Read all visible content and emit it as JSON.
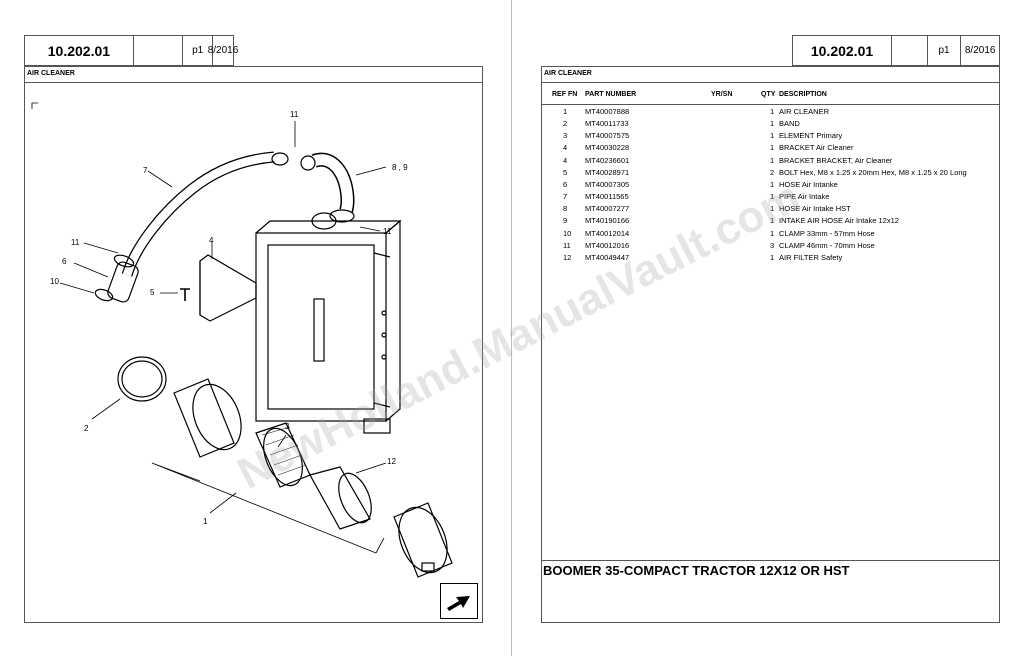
{
  "header": {
    "code": "10.202.01",
    "blank": "",
    "page": "p1",
    "date": "8/2016"
  },
  "section_title": "AIR CLEANER",
  "diagram": {
    "callouts": [
      {
        "label": "11"
      },
      {
        "label": "7"
      },
      {
        "label": "8 , 9"
      },
      {
        "label": "11"
      },
      {
        "label": "11"
      },
      {
        "label": "4"
      },
      {
        "label": "6"
      },
      {
        "label": "10"
      },
      {
        "label": "5"
      },
      {
        "label": "3"
      },
      {
        "label": "2"
      },
      {
        "label": "12"
      },
      {
        "label": "1"
      }
    ],
    "nav_icon": "arrow-icon"
  },
  "parts_table": {
    "headers": {
      "ref": "REF",
      "fn": "FN",
      "part": "PART NUMBER",
      "yrsn": "YR/SN",
      "qty": "QTY",
      "desc": "DESCRIPTION"
    },
    "rows": [
      {
        "ref": "1",
        "part": "MT40007888",
        "qty": "1",
        "desc": "AIR CLEANER"
      },
      {
        "ref": "2",
        "part": "MT40011733",
        "qty": "1",
        "desc": "BAND"
      },
      {
        "ref": "3",
        "part": "MT40007575",
        "qty": "1",
        "desc": "ELEMENT  Primary"
      },
      {
        "ref": "4",
        "part": "MT40030228",
        "qty": "1",
        "desc": "BRACKET  Air Cleaner"
      },
      {
        "ref": "4",
        "part": "MT40236601",
        "qty": "1",
        "desc": "BRACKET  BRACKET, Air Cleaner"
      },
      {
        "ref": "5",
        "part": "MT40028971",
        "qty": "2",
        "desc": "BOLT Hex, M8 x 1.25 x 20mm Hex, M8 x 1.25 x 20 Long"
      },
      {
        "ref": "6",
        "part": "MT40007305",
        "qty": "1",
        "desc": "HOSE  Air Intanke"
      },
      {
        "ref": "7",
        "part": "MT40011565",
        "qty": "1",
        "desc": "PIPE  Air Intake"
      },
      {
        "ref": "8",
        "part": "MT40007277",
        "qty": "1",
        "desc": "HOSE  Air Intake HST"
      },
      {
        "ref": "9",
        "part": "MT40190166",
        "qty": "1",
        "desc": "INTAKE AIR HOSE  Air Intake 12x12"
      },
      {
        "ref": "10",
        "part": "MT40012014",
        "qty": "1",
        "desc": "CLAMP 33mm - 57mm Hose"
      },
      {
        "ref": "11",
        "part": "MT40012016",
        "qty": "3",
        "desc": "CLAMP 46mm - 70mm Hose"
      },
      {
        "ref": "12",
        "part": "MT40049447",
        "qty": "1",
        "desc": "AIR FILTER  Safety"
      }
    ]
  },
  "footer_title": "BOOMER 35-COMPACT TRACTOR 12X12 OR HST",
  "watermark": "NewHolland.ManualVault.com"
}
